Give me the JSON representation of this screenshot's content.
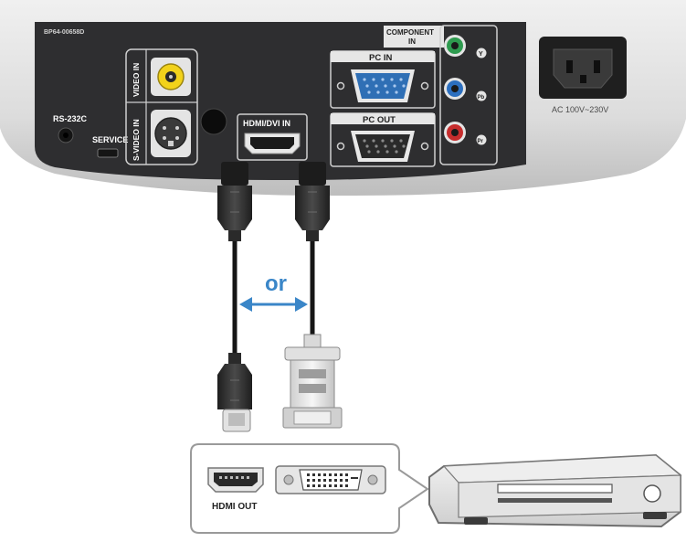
{
  "projector_panel": {
    "model_code": "BP64-00658D",
    "ports": {
      "rs232c": "RS-232C",
      "service": "SERVICE",
      "video_in": "VIDEO IN",
      "svideo_in": "S-VIDEO IN",
      "hdmi_dvi_in": "HDMI/DVI IN",
      "pc_in": "PC IN",
      "pc_out": "PC OUT",
      "component_in_line1": "COMPONENT",
      "component_in_line2": "IN",
      "component_y": "Y",
      "component_pb": "Pb",
      "component_pr": "Pr"
    },
    "power_label": "AC 100V~230V"
  },
  "connection": {
    "or_label": "or",
    "arrow_color": "#3a86c8"
  },
  "source_device": {
    "hdmi_out_label": "HDMI OUT"
  },
  "colors": {
    "panel": "#2e2e30",
    "housing": "#d8d8d8",
    "vga_blue": "#2f6fb5",
    "component_green": "#2e9b4f",
    "component_blue": "#2c6fbf",
    "component_red": "#c62d2d",
    "rca_yellow": "#f2d21b"
  }
}
